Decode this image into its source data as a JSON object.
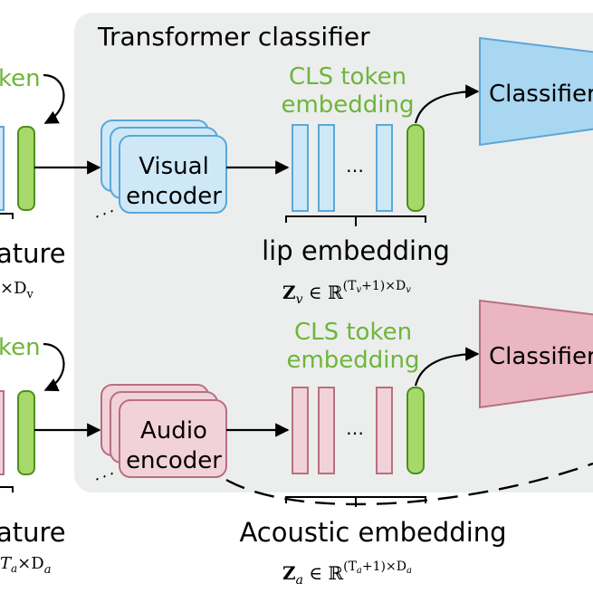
{
  "panel": {
    "title": "Transformer classifier"
  },
  "left": {
    "top_token_fragment": "ken",
    "top_label_fragment": "ature",
    "top_formula_fragment": "×D",
    "top_formula_sub": "v",
    "bottom_token_fragment": "ken",
    "bottom_label_fragment": "ature",
    "bottom_formula_fragment": "×D",
    "bottom_formula_sub": "a",
    "bottom_formula_prefix": "T",
    "bottom_formula_prefix_sub": "a"
  },
  "visual": {
    "encoder_line1": "Visual",
    "encoder_line2": "encoder",
    "cls_line1": "CLS token",
    "cls_line2": "embedding",
    "ellipsis": "…",
    "embedding_label": "lip embedding",
    "formula_bold": "Z",
    "formula_sub": "v",
    "formula_in": " ∈ ℝ",
    "formula_sup": "(T",
    "formula_sup_sub": "v",
    "formula_sup_rest": "+1)×D",
    "formula_sup_sub2": "v",
    "classifier_label": "Classifier"
  },
  "audio": {
    "encoder_line1": "Audio",
    "encoder_line2": "encoder",
    "cls_line1": "CLS token",
    "cls_line2": "embedding",
    "ellipsis": "…",
    "embedding_label": "Acoustic embedding",
    "formula_bold": "Z",
    "formula_sub": "a",
    "formula_in": " ∈ ℝ",
    "formula_sup": "(T",
    "formula_sup_sub": "a",
    "formula_sup_rest": "+1)×D",
    "formula_sup_sub2": "a",
    "classifier_label": "Classifier"
  },
  "colors": {
    "panel": "#eceeee",
    "visual_fill": "#cfe8f8",
    "visual_stroke": "#5aa7d8",
    "audio_fill": "#f2d2da",
    "audio_stroke": "#b8707f",
    "token_fill": "#a6d96a",
    "token_stroke": "#4f8f1e",
    "green_text": "#6fb53a",
    "visual_classifier": "#a9d6f0",
    "audio_classifier": "#e9b6c2"
  }
}
